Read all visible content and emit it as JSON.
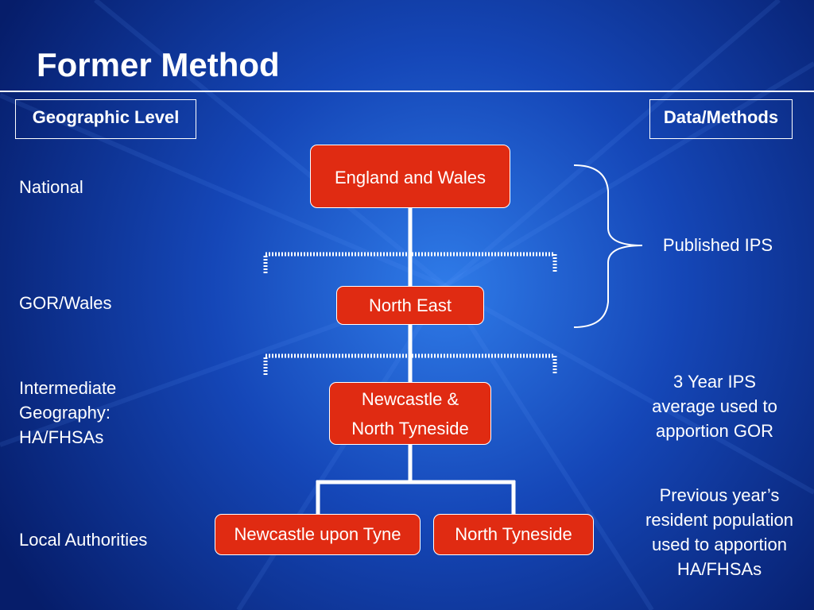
{
  "slide": {
    "title": "Former Method"
  },
  "headers": {
    "left": "Geographic Level",
    "right": "Data/Methods"
  },
  "levels": {
    "national": "National",
    "gor": "GOR/Wales",
    "intermediate": [
      "Intermediate",
      "Geography:",
      "HA/FHSAs"
    ],
    "local": "Local Authorities"
  },
  "nodes": {
    "england_wales": "England and Wales",
    "north_east": "North East",
    "newcastle_north_tyneside": [
      "Newcastle &",
      "North Tyneside"
    ],
    "newcastle_upon_tyne": "Newcastle upon Tyne",
    "north_tyneside": "North Tyneside"
  },
  "methods": {
    "published": "Published IPS",
    "three_year": [
      "3 Year IPS",
      "average used to",
      "apportion GOR"
    ],
    "previous_year": [
      "Previous year’s",
      "resident population",
      "used to apportion",
      "HA/FHSAs"
    ]
  },
  "colors": {
    "background": "#0b2f8f",
    "node_fill": "#e02b12",
    "line": "#ffffff"
  }
}
